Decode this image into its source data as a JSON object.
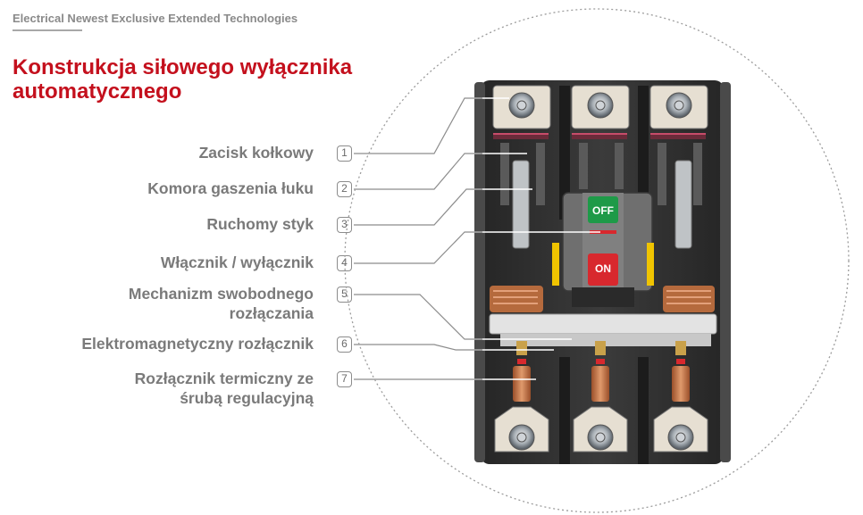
{
  "header": {
    "tagline": "Electrical Newest Exclusive Extended Technologies"
  },
  "title": {
    "line1": "Konstrukcja siłowego wyłącznika",
    "line2": "automatycznego"
  },
  "callouts": [
    {
      "number": "1",
      "lines": [
        "Zacisk kołkowy"
      ]
    },
    {
      "number": "2",
      "lines": [
        "Komora gaszenia łuku"
      ]
    },
    {
      "number": "3",
      "lines": [
        "Ruchomy styk"
      ]
    },
    {
      "number": "4",
      "lines": [
        "Włącznik / wyłącznik"
      ]
    },
    {
      "number": "5",
      "lines": [
        "Mechanizm swobodnego",
        "rozłączania"
      ]
    },
    {
      "number": "6",
      "lines": [
        "Elektromagnetyczny rozłącznik"
      ]
    },
    {
      "number": "7",
      "lines": [
        "Rozłącznik termiczny ze",
        "śrubą regulacyjną"
      ]
    }
  ],
  "breaker": {
    "off_label": "OFF",
    "on_label": "ON"
  },
  "colors": {
    "title": "#c4101d",
    "label_text": "#7a7a7a",
    "off_button": "#1e9a48",
    "on_button": "#d8282e",
    "breaker_body": "#2f2f2f",
    "copper": "#c9774a"
  }
}
